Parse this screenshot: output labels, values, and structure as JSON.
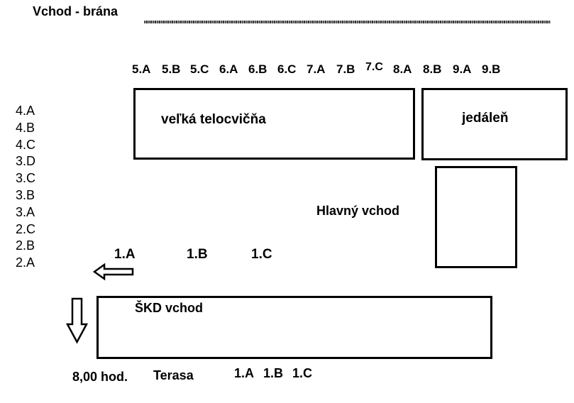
{
  "header": {
    "title": "Vchod - brána"
  },
  "top_classes": [
    "5.A",
    "5.B",
    "5.C",
    "6.A",
    "6.B",
    "6.C",
    "7.A",
    "7.B",
    "7.C",
    "8.A",
    "8.B",
    "9.A",
    "9.B"
  ],
  "left_classes": [
    "4.A",
    "4.B",
    "4.C",
    "3.D",
    "3.C",
    "3.B",
    "3.A",
    "2.C",
    "2.B",
    "2.A"
  ],
  "rooms": {
    "gym": "veľká telocvičňa",
    "canteen": "jedáleň",
    "main_entrance": "Hlavný vchod",
    "skd_entrance": "ŠKD vchod"
  },
  "middle_classes": [
    "1.A",
    "1.B",
    "1.C"
  ],
  "bottom": {
    "time": "8,00 hod.",
    "terrace": "Terasa",
    "classes": [
      "1.A",
      "1.B",
      "1.C"
    ]
  }
}
